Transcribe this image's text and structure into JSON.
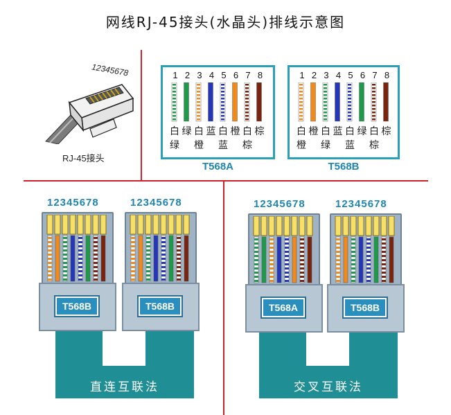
{
  "title": "网线RJ-45接头(水晶头)排线示意图",
  "connector_top_label": "12345678",
  "connector_caption": "RJ-45接头",
  "pin_numbers": [
    "1",
    "2",
    "3",
    "4",
    "5",
    "6",
    "7",
    "8"
  ],
  "t568a": {
    "label": "T568A",
    "top_row": [
      "白",
      "绿",
      "白",
      "蓝",
      "白",
      "橙",
      "白",
      "棕"
    ],
    "bottom_row": [
      "绿",
      "",
      "橙",
      "",
      "蓝",
      "",
      "棕",
      ""
    ],
    "wires": [
      {
        "base": "#ffffff",
        "stripe": "#1e9a4a"
      },
      {
        "base": "#1e9a4a",
        "stripe": ""
      },
      {
        "base": "#ffffff",
        "stripe": "#f08a1c"
      },
      {
        "base": "#2636b8",
        "stripe": ""
      },
      {
        "base": "#ffffff",
        "stripe": "#2636b8"
      },
      {
        "base": "#f08a1c",
        "stripe": ""
      },
      {
        "base": "#ffffff",
        "stripe": "#7a2410"
      },
      {
        "base": "#7a2410",
        "stripe": ""
      }
    ]
  },
  "t568b": {
    "label": "T568B",
    "top_row": [
      "白",
      "橙",
      "白",
      "蓝",
      "白",
      "绿",
      "白",
      "棕"
    ],
    "bottom_row": [
      "橙",
      "",
      "绿",
      "",
      "蓝",
      "",
      "棕",
      ""
    ],
    "wires": [
      {
        "base": "#ffffff",
        "stripe": "#f08a1c"
      },
      {
        "base": "#f08a1c",
        "stripe": ""
      },
      {
        "base": "#ffffff",
        "stripe": "#1e9a4a"
      },
      {
        "base": "#2636b8",
        "stripe": ""
      },
      {
        "base": "#ffffff",
        "stripe": "#2636b8"
      },
      {
        "base": "#1e9a4a",
        "stripe": ""
      },
      {
        "base": "#ffffff",
        "stripe": "#7a2410"
      },
      {
        "base": "#7a2410",
        "stripe": ""
      }
    ]
  },
  "plug_pin_label": "12345678",
  "straight": {
    "left_tag": "T568B",
    "right_tag": "T568B",
    "caption": "直连互联法"
  },
  "crossover": {
    "left_tag": "T568A",
    "right_tag": "T568B",
    "caption": "交叉互联法"
  },
  "colors": {
    "divider": "#d0202a",
    "frame": "#2aa0b8",
    "band": "#1f8f95",
    "tag": "#2b8fbe"
  }
}
